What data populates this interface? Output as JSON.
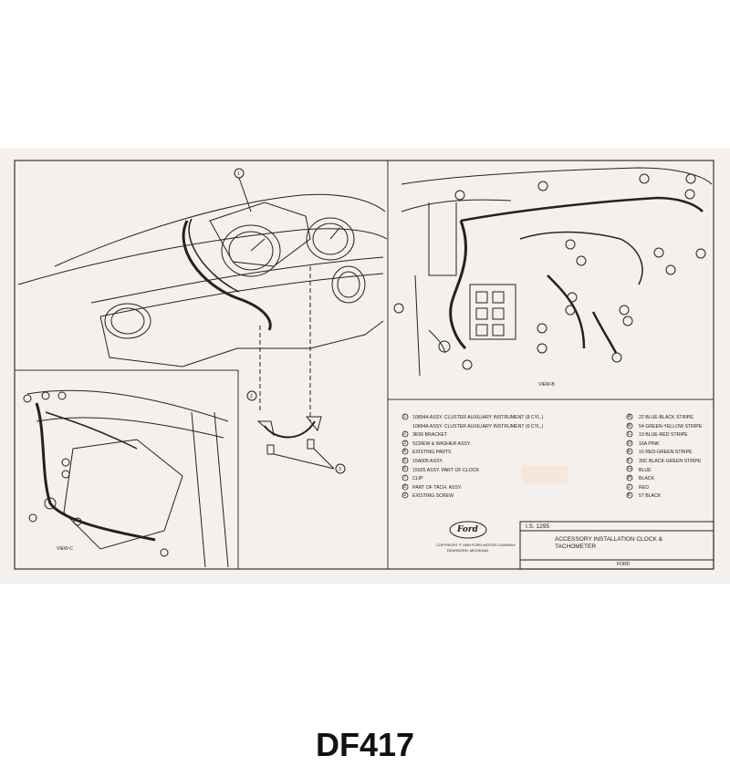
{
  "catalog_code": "DF417",
  "views": {
    "view_b": "VIEW-B",
    "view_c": "VIEW-C"
  },
  "parts_list": [
    {
      "no": "1",
      "desc": "10894A ASSY. CLUSTER AUXILIARY INSTRUMENT (8 CYL.)"
    },
    {
      "no": "",
      "desc": "10894A ASSY. CLUSTER AUXILIARY INSTRUMENT (6 CYL.)"
    },
    {
      "no": "2",
      "desc": "3E56 BRACKET"
    },
    {
      "no": "3",
      "desc": "SCREW & WASHER ASSY."
    },
    {
      "no": "4",
      "desc": "EXISTING PARTS"
    },
    {
      "no": "5",
      "desc": "15A006 ASSY."
    },
    {
      "no": "6",
      "desc": "15025 ASSY. PART OF CLOCK"
    },
    {
      "no": "7",
      "desc": "CLIP"
    },
    {
      "no": "8",
      "desc": "PART OF TACH. ASSY."
    },
    {
      "no": "9",
      "desc": "EXISTING SCREW"
    }
  ],
  "wire_colors": [
    {
      "code": "A",
      "desc": "22 BLUE-BLACK STRIPE"
    },
    {
      "code": "B",
      "desc": "54 GREEN-YELLOW STRIPE"
    },
    {
      "code": "C",
      "desc": "19 BLUE-RED STRIPE"
    },
    {
      "code": "D",
      "desc": "16A PINK"
    },
    {
      "code": "E",
      "desc": "16 RED-GREEN STRIPE"
    },
    {
      "code": "F",
      "desc": "30C BLACK-GREEN STRIPE"
    },
    {
      "code": "G",
      "desc": "BLUE"
    },
    {
      "code": "H",
      "desc": "BLACK"
    },
    {
      "code": "J",
      "desc": "RED"
    },
    {
      "code": "K",
      "desc": "57 BLACK"
    }
  ],
  "title_block": {
    "is_number": "I.S. 1295",
    "title_line1": "ACCESSORY INSTALLATION CLOCK &",
    "title_line2": "TACHOMETER",
    "maker": "FORD",
    "logo": "Ford",
    "copyright": "COPYRIGHT © 1969 FORD MOTOR COMPANY",
    "city": "DEARBORN, MICHIGAN"
  }
}
